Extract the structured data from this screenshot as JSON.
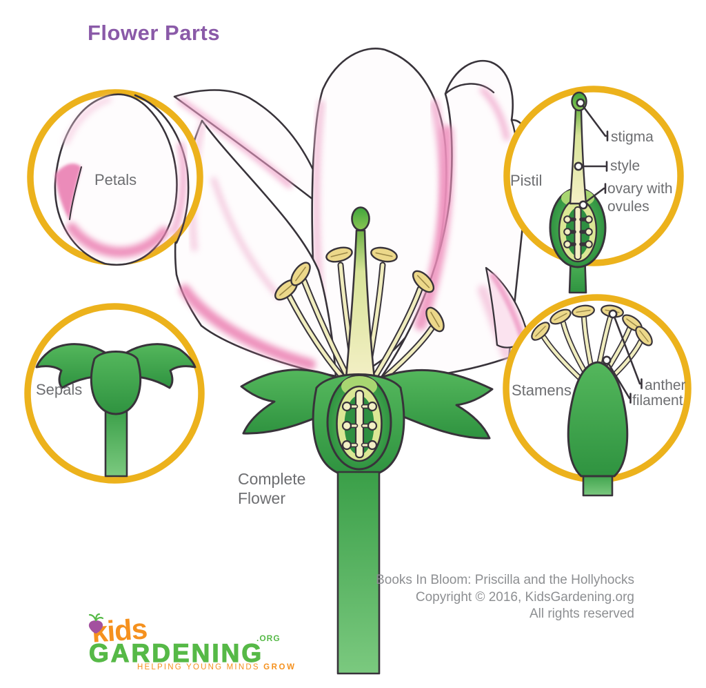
{
  "title": {
    "label": "Flower Parts"
  },
  "callouts": {
    "petals": {
      "label": "Petals"
    },
    "sepals": {
      "label": "Sepals"
    },
    "pistil": {
      "label": "Pistil",
      "stigma": "stigma",
      "style": "style",
      "ovary": "ovary with\novules"
    },
    "stamens": {
      "label": "Stamens",
      "anther": "anther",
      "filament": "filament"
    }
  },
  "center": {
    "label": "Complete\nFlower"
  },
  "credits": {
    "line1": "Books In Bloom: Priscilla and the Hollyhocks",
    "line2": "Copyright © 2016, KidsGardening.org",
    "line3": "All rights reserved"
  },
  "logo": {
    "kids": "kids",
    "gardening": "GARDENING",
    "org": ".ORG",
    "tagline": "HELPING YOUNG MINDS",
    "tagline_bold": "GROW"
  },
  "colors": {
    "ring_yellow": "#ecb21c",
    "leaf_green": "#3fa34b",
    "pale_yellow": "#f3efc5",
    "petal_pink": "#ee8fbc",
    "label_gray": "#6d6e71",
    "credit_gray": "#8d8f92",
    "title_purple": "#8a5aa8",
    "logo_orange": "#f5911e",
    "logo_green": "#56b947",
    "logo_purple": "#a3519f"
  }
}
